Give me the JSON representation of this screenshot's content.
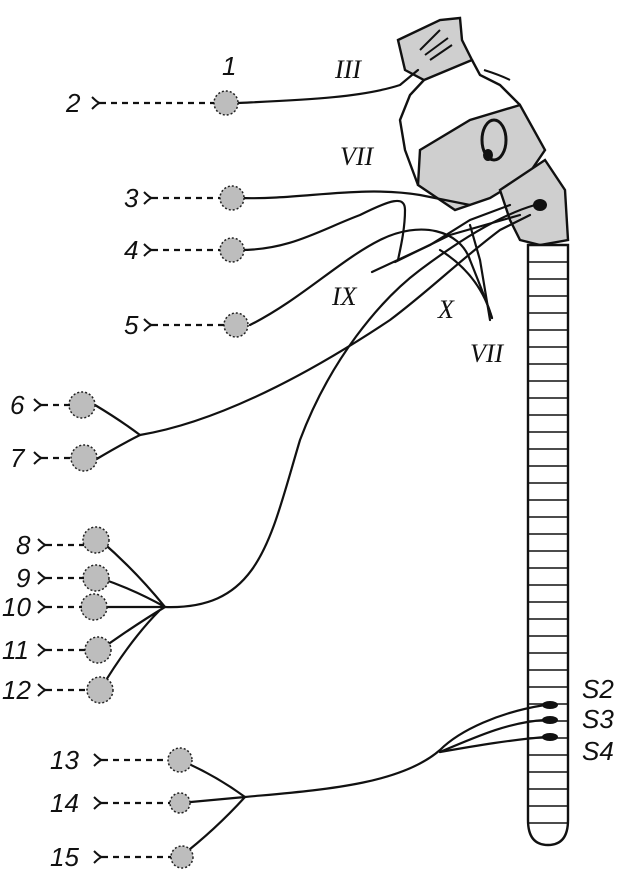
{
  "diagram": {
    "cranial_labels": {
      "oculomotor": "III",
      "facial_upper": "VII",
      "glossopharyngeal": "IX",
      "vagus": "X",
      "facial_lower": "VII"
    },
    "sacral_labels": [
      "S2",
      "S3",
      "S4"
    ],
    "target_numbers": [
      "1",
      "2",
      "3",
      "4",
      "5",
      "6",
      "7",
      "8",
      "9",
      "10",
      "11",
      "12",
      "13",
      "14",
      "15"
    ]
  }
}
